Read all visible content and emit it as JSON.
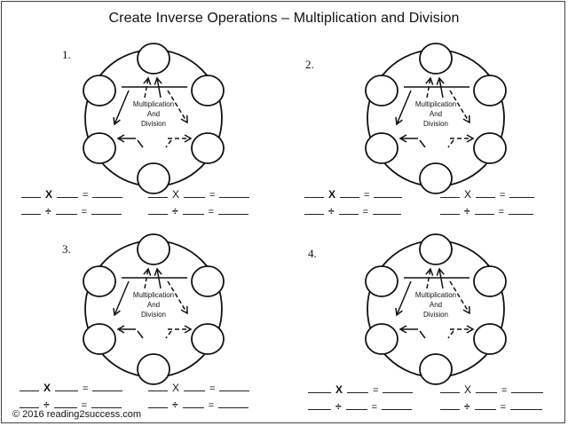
{
  "title": "Create Inverse Operations – Multiplication and Division",
  "center_text": {
    "line1": "Multiplication",
    "line2": "And",
    "line3": "Division"
  },
  "problems": [
    {
      "number": "1."
    },
    {
      "number": "2."
    },
    {
      "number": "3."
    },
    {
      "number": "4."
    }
  ],
  "symbols": {
    "times": "X",
    "divide": "÷",
    "equals": "="
  },
  "footer": {
    "copyright": "© 2016 reading2success.com"
  }
}
